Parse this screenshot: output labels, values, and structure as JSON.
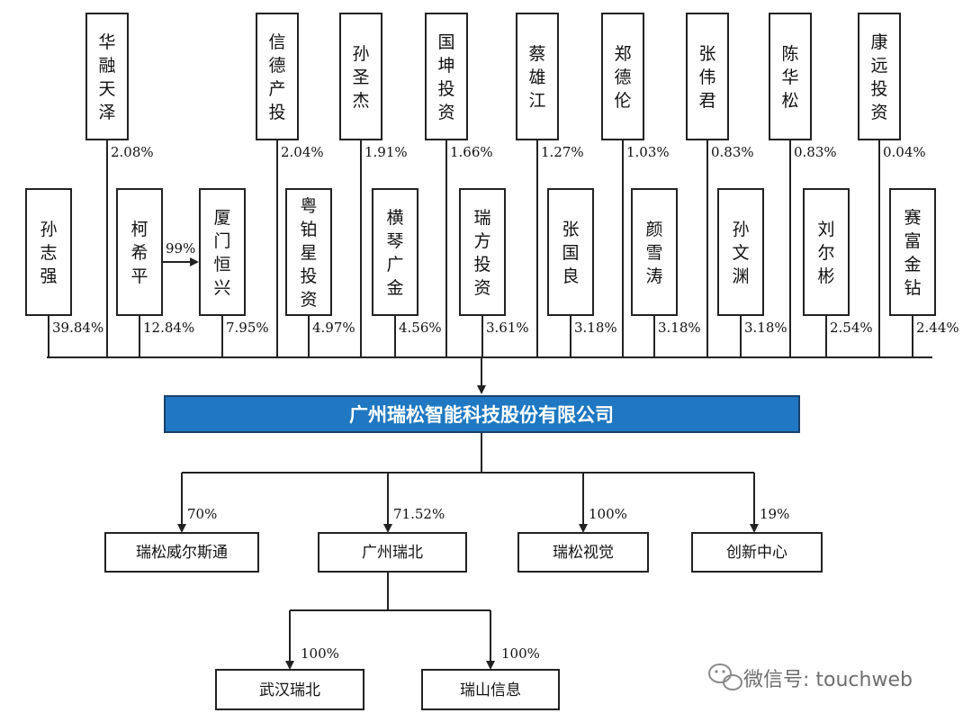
{
  "company": {
    "name": "广州瑞松智能科技股份有限公司",
    "fill": "#1f78c1"
  },
  "top_row": [
    {
      "name": "华融天泽",
      "pct": "2.08%"
    },
    {
      "name": "信德产投",
      "pct": "2.04%"
    },
    {
      "name": "孙圣杰",
      "pct": "1.91%"
    },
    {
      "name": "国坤投资",
      "pct": "1.66%"
    },
    {
      "name": "蔡雄江",
      "pct": "1.27%"
    },
    {
      "name": "郑德伦",
      "pct": "1.03%"
    },
    {
      "name": "张伟君",
      "pct": "0.83%"
    },
    {
      "name": "陈华松",
      "pct": "0.83%"
    },
    {
      "name": "康远投资",
      "pct": "0.04%"
    }
  ],
  "bottom_row": [
    {
      "name": "孙志强",
      "pct": "39.84%"
    },
    {
      "name": "柯希平",
      "pct": "12.84%"
    },
    {
      "name": "厦门恒兴",
      "pct": "7.95%"
    },
    {
      "name": "粤铂星投资",
      "pct": "4.97%"
    },
    {
      "name": "横琴广金",
      "pct": "4.56%"
    },
    {
      "name": "瑞方投资",
      "pct": "3.61%"
    },
    {
      "name": "张国良",
      "pct": "3.18%"
    },
    {
      "name": "颜雪涛",
      "pct": "3.18%"
    },
    {
      "name": "孙文渊",
      "pct": "3.18%"
    },
    {
      "name": "刘尔彬",
      "pct": "2.54%"
    },
    {
      "name": "赛富金钻",
      "pct": "2.44%"
    }
  ],
  "link_pct": "99%",
  "subsidiaries": [
    {
      "name": "瑞松威尔斯通",
      "pct": "70%"
    },
    {
      "name": "广州瑞北",
      "pct": "71.52%"
    },
    {
      "name": "瑞松视觉",
      "pct": "100%"
    },
    {
      "name": "创新中心",
      "pct": "19%"
    }
  ],
  "grandchildren": [
    {
      "name": "武汉瑞北",
      "pct": "100%"
    },
    {
      "name": "瑞山信息",
      "pct": "100%"
    }
  ],
  "watermark": "微信号: touchweb"
}
